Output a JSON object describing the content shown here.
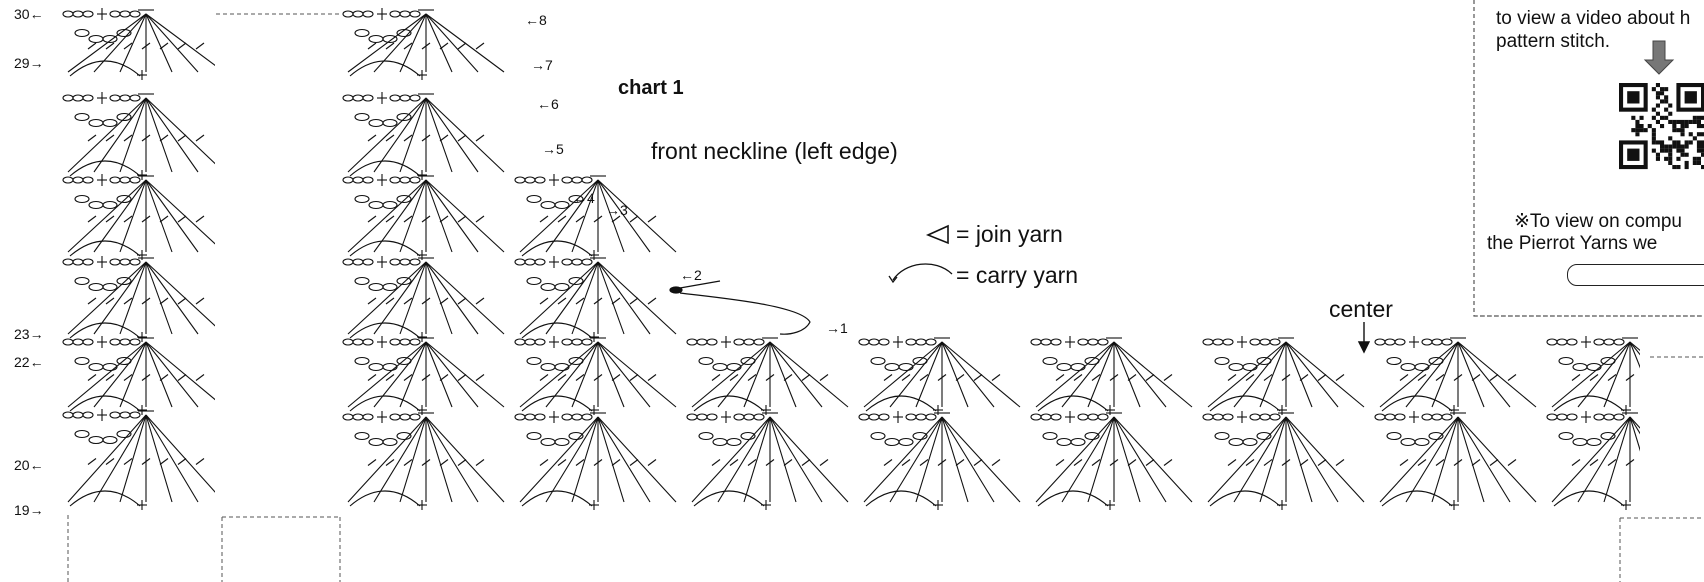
{
  "chart": {
    "title": "chart 1",
    "subtitle": "front neckline (left edge)",
    "center_label": "center"
  },
  "row_labels_left": [
    {
      "text": "30←",
      "row": 30
    },
    {
      "text": "29→",
      "row": 29
    },
    {
      "text": "23→",
      "row": 23
    },
    {
      "text": "22←",
      "row": 22
    },
    {
      "text": "20←",
      "row": 20
    },
    {
      "text": "19→",
      "row": 19
    }
  ],
  "row_labels_right": [
    {
      "text": "←8",
      "row": 8
    },
    {
      "text": "→7",
      "row": 7
    },
    {
      "text": "←6",
      "row": 6
    },
    {
      "text": "→5",
      "row": 5
    },
    {
      "text": "←4",
      "row": 4
    },
    {
      "text": "→3",
      "row": 3
    },
    {
      "text": "←2",
      "row": 2
    },
    {
      "text": "→1",
      "row": 1
    }
  ],
  "legend": {
    "join_yarn": "= join yarn",
    "carry_yarn": "= carry yarn"
  },
  "qr_panel": {
    "line1": "to view a video about h",
    "line2": "pattern stitch.",
    "note_line1": "※To view on compu",
    "note_line2": "the Pierrot Yarns we"
  },
  "icons": [
    "down-arrow-icon",
    "qr-code-icon",
    "join-yarn-triangle-icon",
    "carry-yarn-curve-icon"
  ]
}
